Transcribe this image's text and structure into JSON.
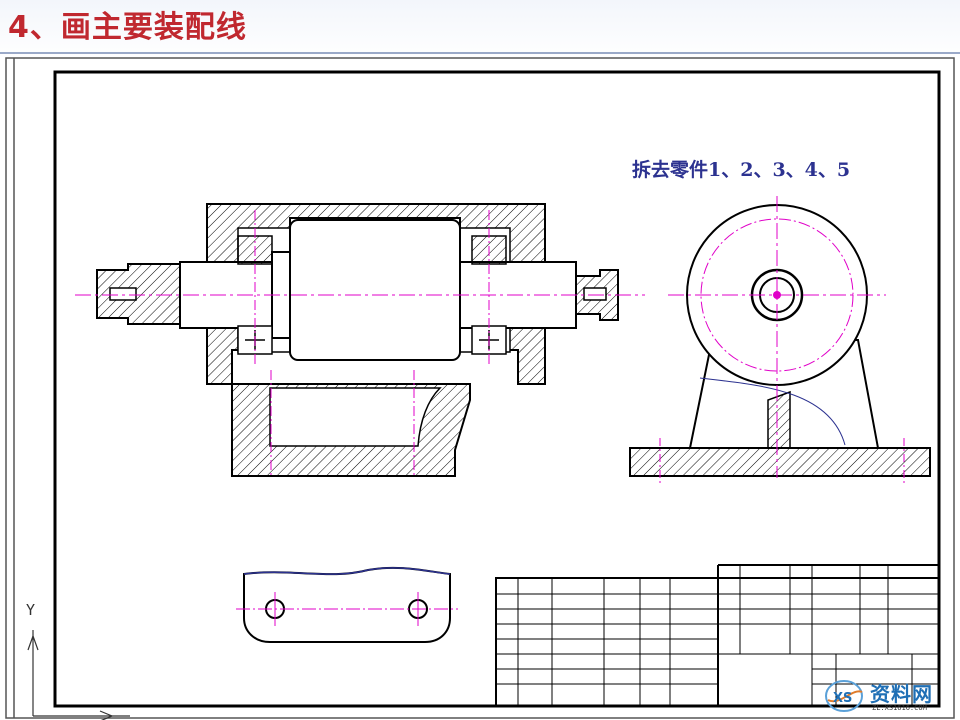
{
  "slide": {
    "title": "4、画主要装配线"
  },
  "drawing": {
    "annotation": "拆去零件1、2、3、4、5",
    "ucs_axis_label": "Y",
    "colors": {
      "outline": "#000000",
      "centerline": "#e000c8",
      "hatch": "#000000",
      "annotation_text": "#2c3290",
      "title_text": "#c0282f"
    }
  },
  "watermark": {
    "logo_letters": "XS",
    "text": "资料网",
    "sub_text": "ZL.XS1616.COM"
  }
}
